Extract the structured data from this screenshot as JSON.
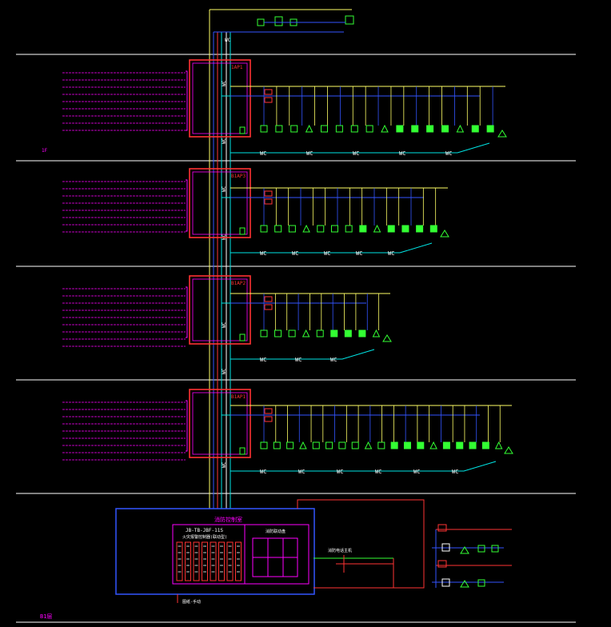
{
  "colors": {
    "background": "#000000",
    "floor_line": "#ffffff",
    "magenta": "#ff00ff",
    "red": "#ff3333",
    "yellow": "#ffff66",
    "blue": "#3355ff",
    "cyan": "#00e5e5",
    "green": "#33ff33",
    "white": "#ffffff"
  },
  "floors": [
    {
      "floor_label": "1F",
      "box_label": "1AP1",
      "cable_labels": [
        "WC",
        "WC",
        "WC",
        "WC",
        "WC"
      ]
    },
    {
      "floor_label": "",
      "box_label": "B1AP3",
      "cable_labels": [
        "WC",
        "WC",
        "WC",
        "WC",
        "WC"
      ]
    },
    {
      "floor_label": "",
      "box_label": "B1AP2",
      "cable_labels": [
        "WC",
        "WC",
        "WC"
      ]
    },
    {
      "floor_label": "",
      "box_label": "B1AP1",
      "cable_labels": [
        "WC",
        "WC",
        "WC",
        "WC",
        "WC",
        "WC"
      ]
    }
  ],
  "riser": {
    "top_label": "WC",
    "vertical_labels": [
      "WC",
      "WC",
      "WC",
      "WC",
      "WC",
      "WC",
      "WC"
    ]
  },
  "panel": {
    "title": "消防控制室",
    "host_model": "JB-TB-JBF-11S",
    "host_name": "火灾报警控制器(联动型)",
    "right_box_label": "消防联动盘",
    "connector_text": "消防电话主机",
    "bottom_note": "图纸-手动"
  },
  "basement_label": "B1层"
}
